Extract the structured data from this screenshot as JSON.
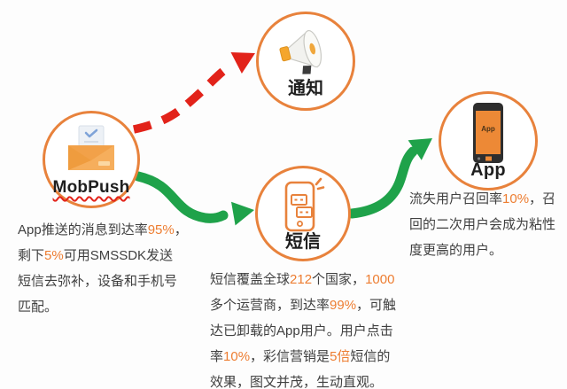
{
  "diagram": {
    "colors": {
      "circle_orange": "#E8823C",
      "accent_orange": "#ED7D31",
      "arrow_red": "#E2231A",
      "arrow_green": "#1FA24A",
      "body_text": "#404040",
      "label_text": "#1F1F1F"
    },
    "nodes": {
      "mobpush": {
        "label": "MobPush"
      },
      "notice": {
        "label": "通知"
      },
      "sms": {
        "label": "短信"
      },
      "app": {
        "label": "App",
        "screen_label": "App"
      }
    },
    "notes": {
      "mobpush_note": {
        "segments": [
          {
            "t": "App推送的消息到达率",
            "accent": false
          },
          {
            "t": "95%",
            "accent": true
          },
          {
            "t": "，\n剩下",
            "accent": false
          },
          {
            "t": "5%",
            "accent": true
          },
          {
            "t": "可用SMSSDK发送\n短信去弥补，设备和手机号\n匹配。",
            "accent": false
          }
        ]
      },
      "sms_note": {
        "segments": [
          {
            "t": "短信覆盖全球",
            "accent": false
          },
          {
            "t": "212",
            "accent": true
          },
          {
            "t": "个国家，",
            "accent": false
          },
          {
            "t": "1000",
            "accent": true
          },
          {
            "t": "\n多个运营商，到达率",
            "accent": false
          },
          {
            "t": "99%",
            "accent": true
          },
          {
            "t": "，可触\n达已卸载的App用户。用户点击\n率",
            "accent": false
          },
          {
            "t": "10%",
            "accent": true
          },
          {
            "t": "，彩信营销是",
            "accent": false
          },
          {
            "t": "5倍",
            "accent": true
          },
          {
            "t": "短信的\n效果，图文并茂，生动直观。",
            "accent": false
          }
        ]
      },
      "app_note": {
        "segments": [
          {
            "t": "流失用户召回率",
            "accent": false
          },
          {
            "t": "10%",
            "accent": true
          },
          {
            "t": "，召\n回的二次用户会成为粘性\n度更高的用户。",
            "accent": false
          }
        ]
      }
    }
  }
}
